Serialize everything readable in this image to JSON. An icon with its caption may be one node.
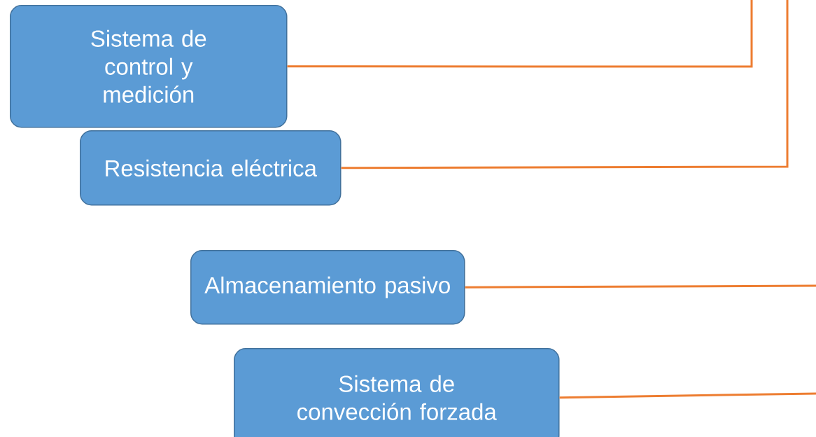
{
  "diagram": {
    "nodes": [
      {
        "text": [
          "Sistema de control y medición"
        ]
      },
      {
        "text": [
          "Resistencia eléctrica"
        ]
      },
      {
        "text": [
          "Almacenamiento pasivo"
        ]
      },
      {
        "text": [
          "Sistema de convección forzada"
        ]
      }
    ],
    "edges": [
      {
        "from": 0,
        "to": null,
        "arrow": "none"
      },
      {
        "from": 1,
        "to": null,
        "arrow": "none"
      },
      {
        "from": 2,
        "to": null,
        "arrow": "none"
      },
      {
        "from": 3,
        "to": null,
        "arrow": "none"
      }
    ]
  }
}
